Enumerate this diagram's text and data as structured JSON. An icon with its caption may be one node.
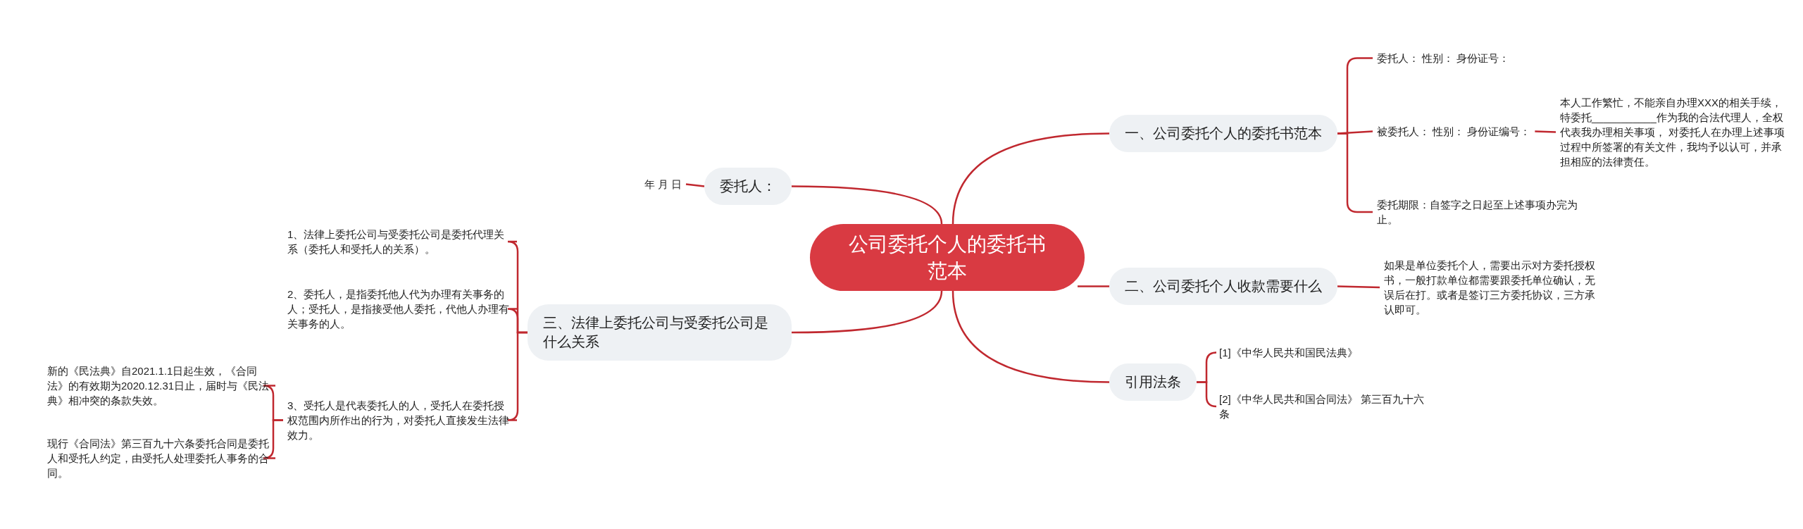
{
  "diagram": {
    "nodes": [
      {
        "text": [
          "公司委托个人的委托书范本"
        ]
      },
      {
        "text": [
          "一、公司委托个人的委托书范本"
        ]
      },
      {
        "text": [
          "委托人： 性别： 身份证号："
        ]
      },
      {
        "text": [
          "被委托人： 性别： 身份证编号："
        ]
      },
      {
        "text": [
          "本人工作繁忙，不能亲自办理XXX的相关手续，特委托___________作为我的合法代理人，全权代表我办理相关事项， 对委托人在办理上述事项过程中所签署的有关文件，我均予以认可，并承担相应的法律责任。"
        ]
      },
      {
        "text": [
          "委托期限：自签字之日起至上述事项办完为止。"
        ]
      },
      {
        "text": [
          "二、公司委托个人收款需要什么"
        ]
      },
      {
        "text": [
          "如果是单位委托个人，需要出示对方委托授权书，一般打款单位都需要跟委托单位确认，无误后在打。或者是签订三方委托协议，三方承认即可。"
        ]
      },
      {
        "text": [
          "引用法条"
        ]
      },
      {
        "text": [
          "[1]《中华人民共和国民法典》"
        ]
      },
      {
        "text": [
          "[2]《中华人民共和国合同法》 第三百九十六条"
        ]
      },
      {
        "text": [
          "委托人："
        ]
      },
      {
        "text": [
          "年 月 日"
        ]
      },
      {
        "text": [
          "三、法律上委托公司与受委托公司是什么关系"
        ]
      },
      {
        "text": [
          "1、法律上委托公司与受委托公司是委托代理关系（委托人和受托人的关系）。"
        ]
      },
      {
        "text": [
          "2、委托人，是指委托他人代为办理有关事务的人；受托人，是指接受他人委托，代他人办理有关事务的人。"
        ]
      },
      {
        "text": [
          "3、受托人是代表委托人的人，受托人在委托授权范围内所作出的行为，对委托人直接发生法律效力。"
        ]
      },
      {
        "text": [
          "新的《民法典》自2021.1.1日起生效，《合同法》的有效期为2020.12.31日止，届时与《民法典》相冲突的条款失效。"
        ]
      },
      {
        "text": [
          "现行《合同法》第三百九十六条委托合同是委托人和受托人约定，由受托人处理委托人事务的合同。"
        ]
      }
    ],
    "edges": [
      {
        "from": 0,
        "to": 1,
        "arrow": "none"
      },
      {
        "from": 1,
        "to": 2,
        "arrow": "none"
      },
      {
        "from": 1,
        "to": 3,
        "arrow": "none"
      },
      {
        "from": 3,
        "to": 4,
        "arrow": "none"
      },
      {
        "from": 1,
        "to": 5,
        "arrow": "none"
      },
      {
        "from": 0,
        "to": 6,
        "arrow": "none"
      },
      {
        "from": 6,
        "to": 7,
        "arrow": "none"
      },
      {
        "from": 0,
        "to": 8,
        "arrow": "none"
      },
      {
        "from": 8,
        "to": 9,
        "arrow": "none"
      },
      {
        "from": 8,
        "to": 10,
        "arrow": "none"
      },
      {
        "from": 0,
        "to": 11,
        "arrow": "none"
      },
      {
        "from": 11,
        "to": 12,
        "arrow": "none"
      },
      {
        "from": 0,
        "to": 13,
        "arrow": "none"
      },
      {
        "from": 13,
        "to": 14,
        "arrow": "none"
      },
      {
        "from": 13,
        "to": 15,
        "arrow": "none"
      },
      {
        "from": 13,
        "to": 16,
        "arrow": "none"
      },
      {
        "from": 16,
        "to": 17,
        "arrow": "none"
      },
      {
        "from": 16,
        "to": 18,
        "arrow": "none"
      }
    ]
  }
}
